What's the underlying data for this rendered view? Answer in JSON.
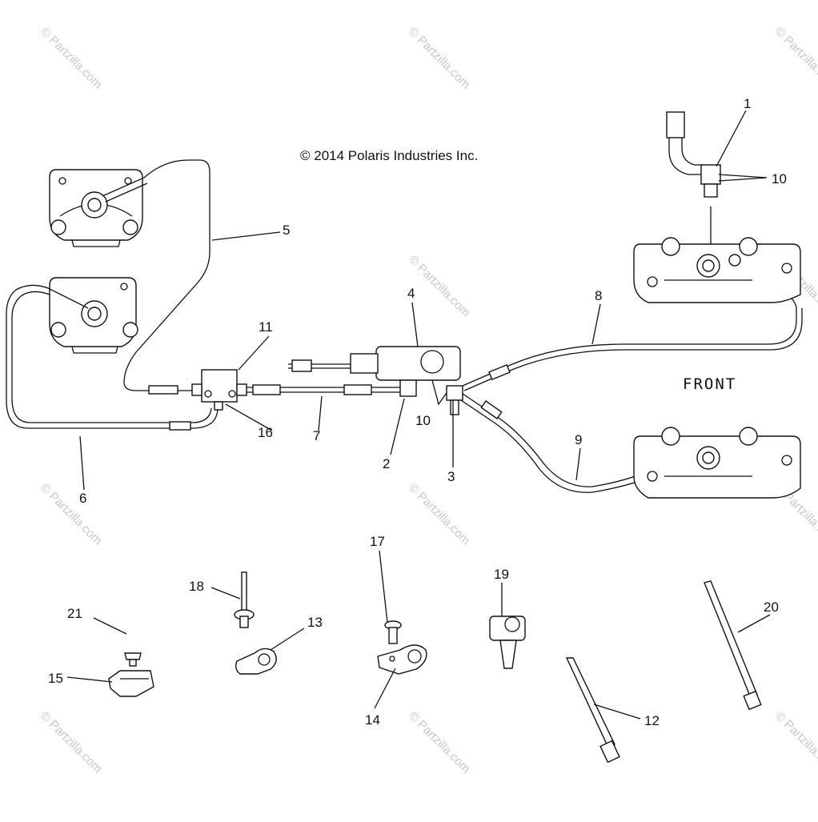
{
  "copyright": "© 2014 Polaris Industries Inc.",
  "front_label": "FRONT",
  "watermark": "© Partzilla.com",
  "callouts": [
    "1",
    "2",
    "3",
    "4",
    "5",
    "6",
    "7",
    "8",
    "9",
    "10",
    "10",
    "11",
    "12",
    "13",
    "14",
    "15",
    "16",
    "17",
    "18",
    "19",
    "20",
    "21"
  ]
}
